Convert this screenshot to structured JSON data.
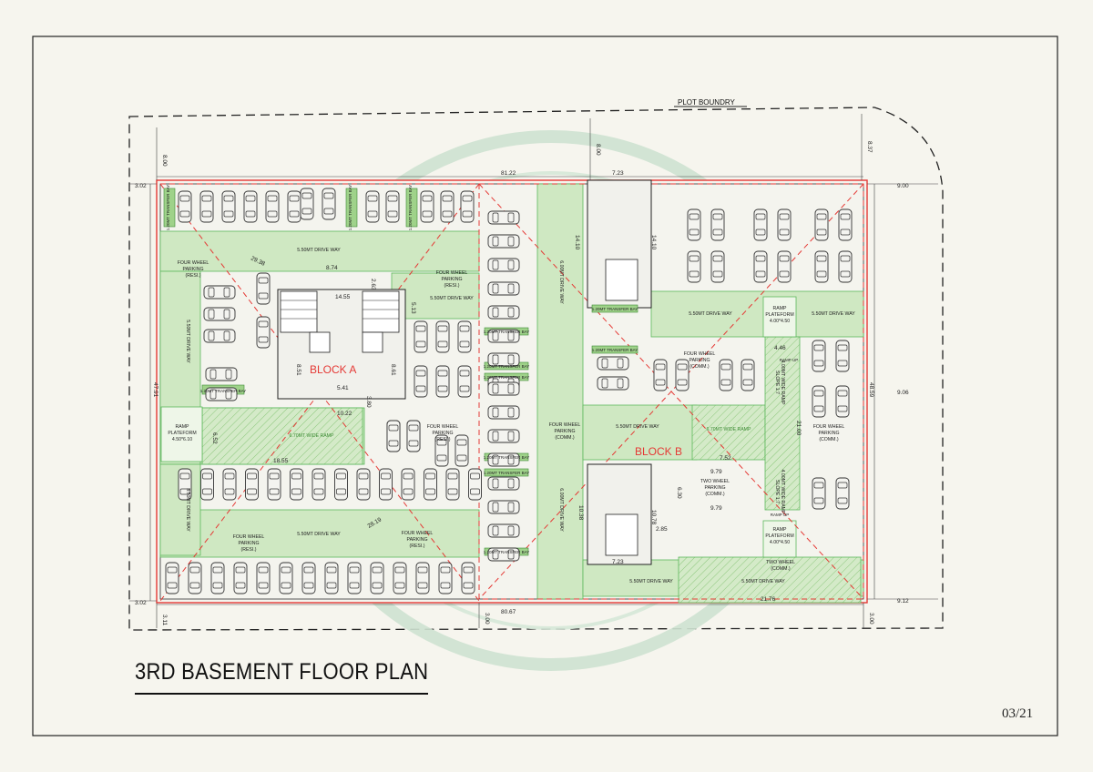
{
  "sheet": {
    "title": "3RD BASEMENT FLOOR PLAN",
    "page_number": "03/21",
    "plot_boundary_label": "PLOT BOUNDRY"
  },
  "blocks": {
    "a": "BLOCK A",
    "b": "BLOCK B"
  },
  "zones": {
    "drive_way": "5.50MT DRIVE WAY",
    "drive_way_6": "6.00MT DRIVE WAY",
    "fw_parking_resi": [
      "FOUR WHEEL",
      "PARKING",
      "(RESI.)"
    ],
    "fw_parking_comm": [
      "FOUR WHEEL",
      "PARKING",
      "(COMM.)"
    ],
    "tw_parking_comm": [
      "TWO WHEEL",
      "PARKING",
      "(COMM.)"
    ],
    "ramp_platform_a": [
      "RAMP",
      "PLATEFORM",
      "4.50*6.10"
    ],
    "ramp_platform_b": [
      "RAMP",
      "PLATEFORM",
      "4.00*4.50"
    ],
    "transfer_bay": "1.20MT TRANSFER BAY",
    "wide_ramp": "6.70MT WIDE RAMP",
    "ramp_slope": [
      "4.00MT WIDE RAMP",
      "SLOPE 1:7"
    ],
    "ramp_up": "RAMP UP"
  },
  "dimensions": {
    "top": [
      "8.00",
      "8.00",
      "8.37",
      "81.22",
      "7.23"
    ],
    "right": [
      "9.00",
      "9.06",
      "48.59",
      "9.12"
    ],
    "left": [
      "3.02",
      "47.91",
      "3.02",
      "3.11"
    ],
    "bottom": [
      "3.00",
      "80.67",
      "3.00",
      "21.76"
    ],
    "inner": [
      "8.74",
      "14.55",
      "5.13",
      "2.63",
      "8.51",
      "8.61",
      "5.41",
      "3.80",
      "10.22",
      "18.55",
      "28.19",
      "29.38",
      "4.46",
      "21.00",
      "9.79",
      "9.79",
      "6.30",
      "7.52",
      "7.23",
      "14.10",
      "14.10",
      "10.38",
      "10.78",
      "2.85",
      "6.52"
    ]
  },
  "colors": {
    "paper": "#f6f5ee",
    "ink": "#111111",
    "green_zone": "#cfe8c2",
    "green_line": "#5cb85c",
    "red": "#e53935",
    "watermark": "#cde0d0"
  }
}
